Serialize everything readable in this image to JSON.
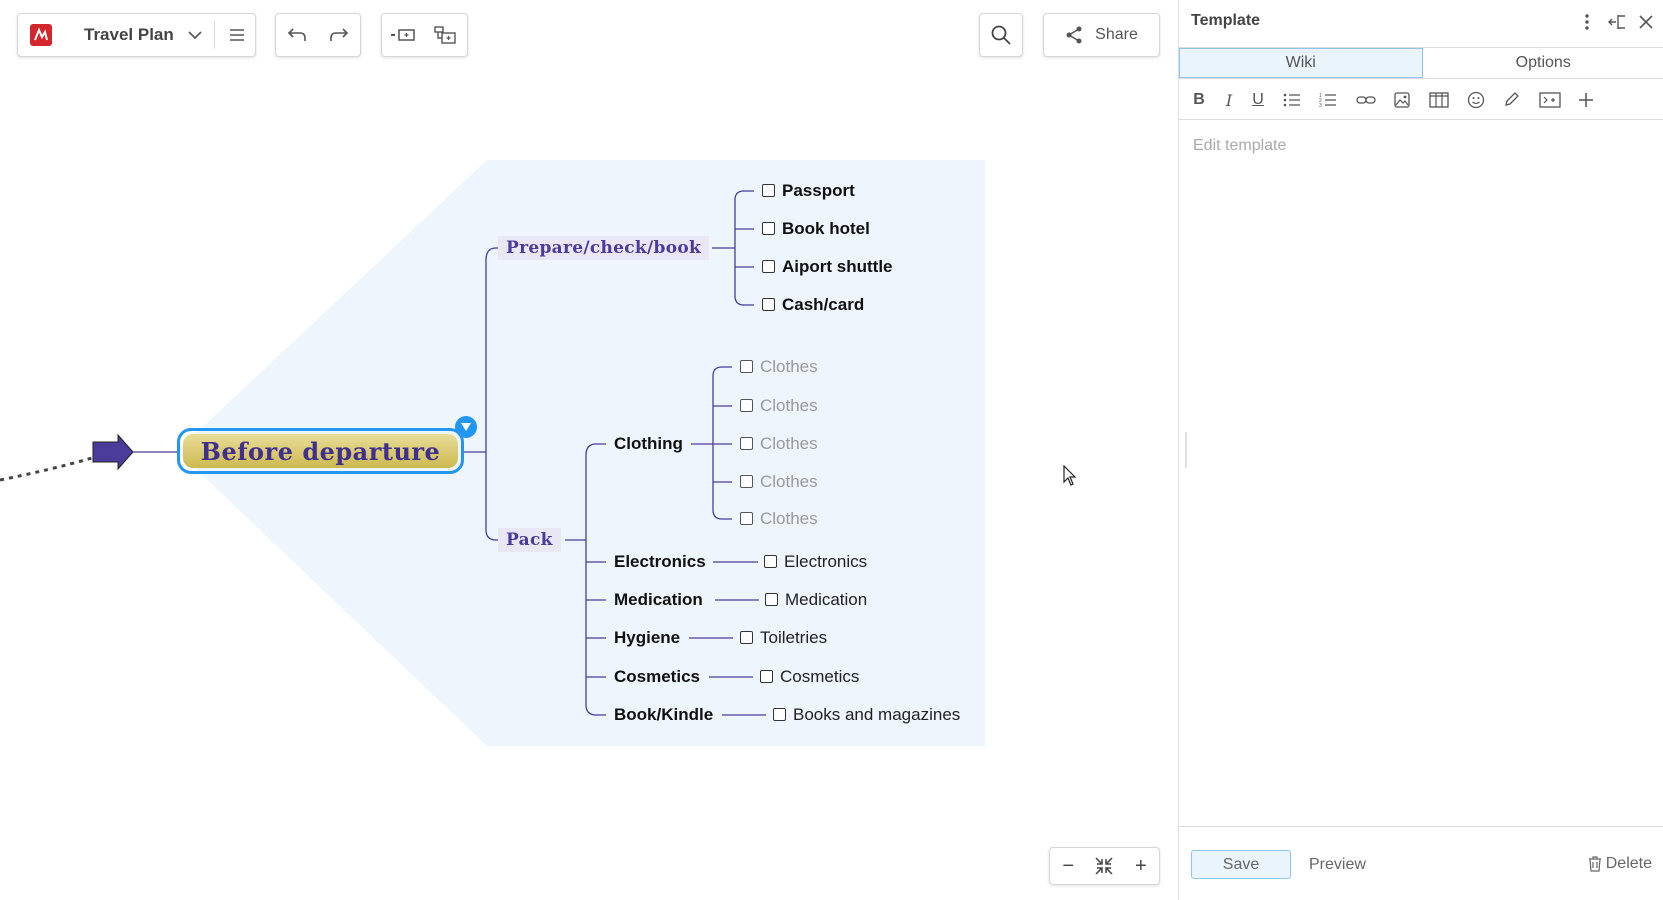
{
  "toolbar": {
    "doc_title": "Travel Plan",
    "share_label": "Share",
    "icons": {
      "logo": "app-logo-icon",
      "dropdown": "chevron-down-icon",
      "menu": "hamburger-menu-icon",
      "undo": "undo-icon",
      "redo": "redo-icon",
      "add_sibling": "add-sibling-topic-icon",
      "add_child": "add-child-topic-icon",
      "search": "search-icon",
      "share": "share-icon"
    }
  },
  "mindmap": {
    "root": "Before departure",
    "branches": {
      "prepare": {
        "label": "Prepare/check/book",
        "items": [
          "Passport",
          "Book hotel",
          "Aiport shuttle",
          "Cash/card"
        ]
      },
      "pack": {
        "label": "Pack",
        "categories": {
          "clothing": {
            "label": "Clothing",
            "items": [
              "Clothes",
              "Clothes",
              "Clothes",
              "Clothes",
              "Clothes"
            ]
          },
          "electronics": {
            "label": "Electronics",
            "item": "Electronics"
          },
          "medication": {
            "label": "Medication",
            "item": "Medication"
          },
          "hygiene": {
            "label": "Hygiene",
            "item": "Toiletries"
          },
          "cosmetics": {
            "label": "Cosmetics",
            "item": "Cosmetics"
          },
          "book": {
            "label": "Book/Kindle",
            "item": "Books and magazines"
          }
        }
      }
    },
    "colors": {
      "root_border": "#2196f3",
      "root_fill": "#d9c96a",
      "root_text": "#3f2f8f",
      "branch_text": "#4b3b9a",
      "connector": "#4b3b9a",
      "highlight": "#eef5fc",
      "arrow": "#4b3b9a"
    }
  },
  "zoom": {
    "minus": "−",
    "plus": "+",
    "fit_icon": "fit-to-screen-icon"
  },
  "panel": {
    "title": "Template",
    "tabs": [
      "Wiki",
      "Options"
    ],
    "active_tab": "Wiki",
    "format_buttons": [
      "bold",
      "italic",
      "underline",
      "bulleted-list",
      "numbered-list",
      "link",
      "image",
      "columns",
      "emoji",
      "draw",
      "embed",
      "add"
    ],
    "editor_placeholder": "Edit template",
    "save_label": "Save",
    "preview_label": "Preview",
    "delete_label": "Delete"
  }
}
